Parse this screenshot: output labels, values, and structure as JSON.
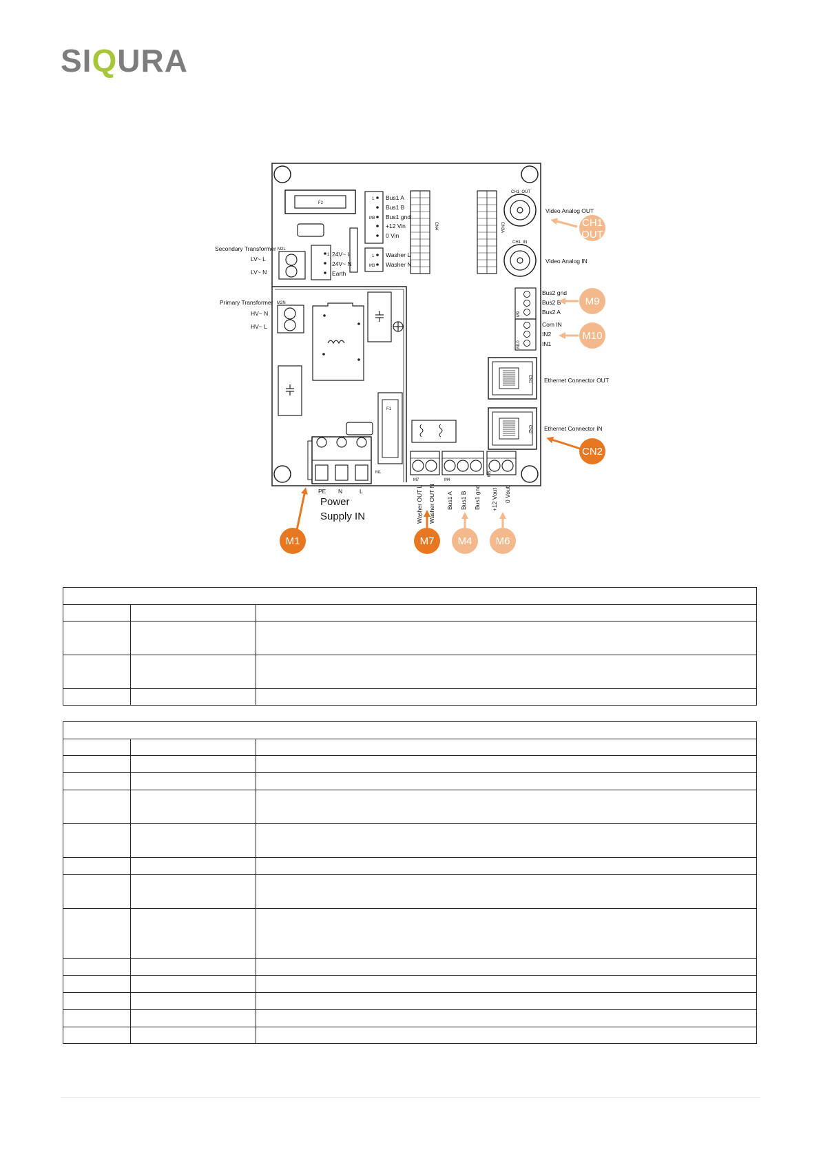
{
  "logo": {
    "part1": "SI",
    "part2": "Q",
    "part3": "URA"
  },
  "colors": {
    "accent": "#E87722",
    "accent_light": "#F3B98C",
    "logo_gray": "#7D7D7D",
    "logo_green": "#A8C63A"
  },
  "labels": {
    "secondary_transformer": "Secondary Transformer",
    "lv_l": "LV~ L",
    "lv_n": "LV~ N",
    "primary_transformer": "Primary Transformer",
    "hv_n": "HV~ N",
    "hv_l": "HV~ L",
    "video_out": "Video Analog OUT",
    "video_in": "Video Analog IN",
    "bus2_gnd": "Bus2 gnd",
    "bus2_b": "Bus2 B",
    "bus2_a": "Bus2 A",
    "com_in": "Com IN",
    "in2": "IN2",
    "in1": "IN1",
    "eth_out": "Ethernet Connector OUT",
    "eth_in": "Ethernet Connector IN",
    "pe": "PE",
    "n": "N",
    "l": "L",
    "power_supply_1": "Power",
    "power_supply_2": "Supply IN",
    "washer_out_l": "Washer OUT L",
    "washer_out_n": "Washer OUT N",
    "bus1_a_bottom": "Bus1 A",
    "bus1_b_bottom": "Bus1 B",
    "bus1_gnd_bottom": "Bus1 gnd",
    "vout_12": "+12 Vout",
    "vout_0": "0 Vout"
  },
  "board": {
    "f2": "F2",
    "f1": "F1",
    "m1": "M1",
    "m2l": "M2L",
    "m2n": "M2N",
    "m3": "M3",
    "m4": "M4",
    "m5": "M5",
    "m7": "M7",
    "m8": "M8",
    "m9": "M9",
    "m10": "M10",
    "cn1": "CN1",
    "cn2": "CN2",
    "cn4": "CN4",
    "cn3a": "CN3A",
    "ch1_out": "CH1_OUT",
    "ch1_in": "CH1_IN",
    "pin1": "1",
    "bus1_a": "Bus1 A",
    "bus1_b": "Bus1 B",
    "bus1_gnd": "Bus1 gnd",
    "v12_in": "+12 Vin",
    "v0_in": "0 Vin",
    "washer_l": "Washer L",
    "washer_n": "Washer N",
    "v24_l": "24V~ L",
    "v24_n": "24V~ N",
    "earth": "Earth"
  },
  "callouts": {
    "ch1_out_1": "CH1",
    "ch1_out_2": "OUT",
    "m9": "M9",
    "m10": "M10",
    "cn2": "CN2",
    "m1": "M1",
    "m7": "M7",
    "m4": "M4",
    "m6": "M6"
  }
}
